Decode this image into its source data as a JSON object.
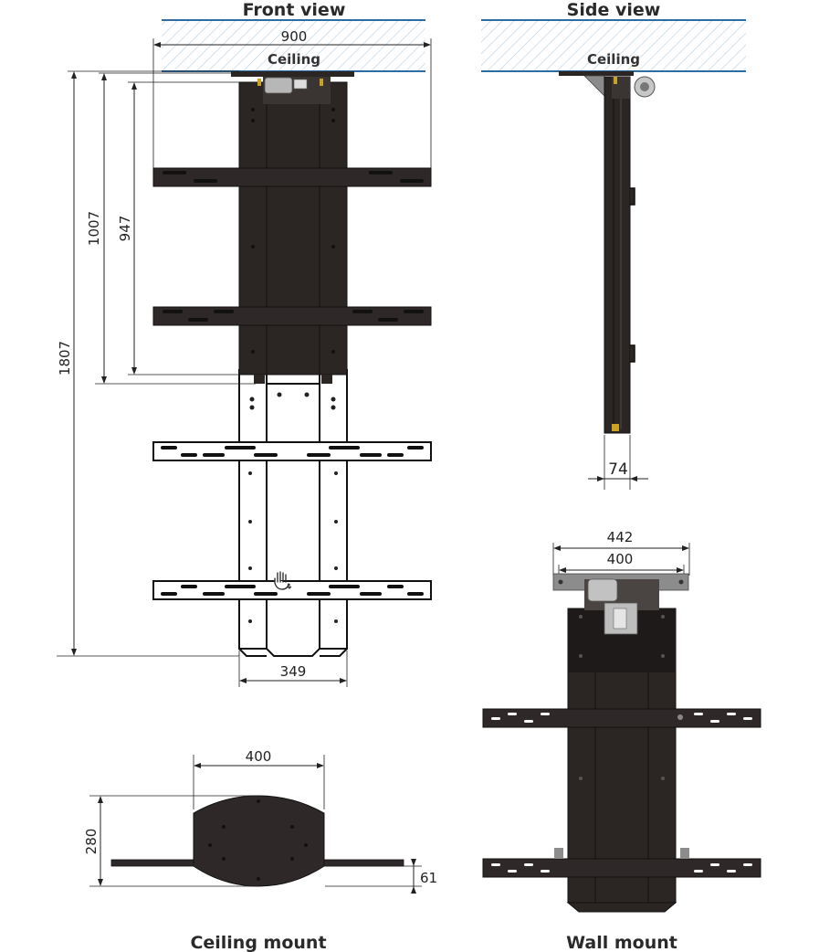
{
  "views": {
    "front": {
      "title": "Front view",
      "ceiling_label": "Ceiling"
    },
    "side": {
      "title": "Side view",
      "ceiling_label": "Ceiling"
    },
    "ceiling_mount": {
      "title": "Ceiling mount"
    },
    "wall_mount": {
      "title": "Wall mount"
    }
  },
  "dimensions": {
    "front_width": "900",
    "total_height": "1807",
    "height_1007": "1007",
    "height_947": "947",
    "frame_width": "349",
    "side_depth": "74",
    "wall_outer": "442",
    "wall_inner": "400",
    "ceil_width": "400",
    "ceil_height": "280",
    "ceil_thickness": "61"
  },
  "colors": {
    "body": "#2b2624",
    "ceiling_line": "#2e6da4",
    "hatch": "#a9c6d8"
  }
}
